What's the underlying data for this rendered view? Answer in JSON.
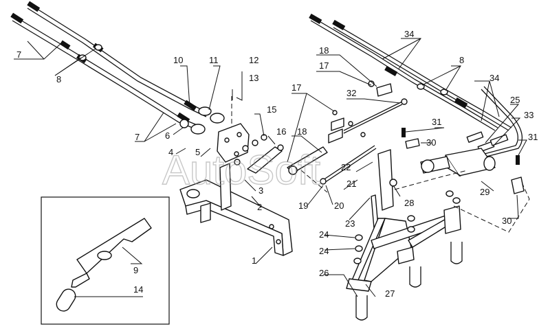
{
  "watermark": "AutoSoft",
  "callouts": {
    "c7a": "7",
    "c8a": "8",
    "c10": "10",
    "c11": "11",
    "c12": "12",
    "c13": "13",
    "c7b": "7",
    "c6": "6",
    "c4": "4",
    "c5": "5",
    "c15": "15",
    "c16": "16",
    "c3": "3",
    "c2": "2",
    "c1": "1",
    "c9": "9",
    "c14": "14",
    "c18a": "18",
    "c17a": "17",
    "c17b": "17",
    "c32": "32",
    "c18b": "18",
    "c22": "22",
    "c21": "21",
    "c19": "19",
    "c20": "20",
    "c23": "23",
    "c28": "28",
    "c24a": "24",
    "c24b": "24",
    "c26": "26",
    "c27": "27",
    "c34a": "34",
    "c8b": "8",
    "c34b": "34",
    "c25": "25",
    "c33": "33",
    "c31a": "31",
    "c30a": "30",
    "c29": "29",
    "c31b": "31",
    "c30b": "30"
  }
}
